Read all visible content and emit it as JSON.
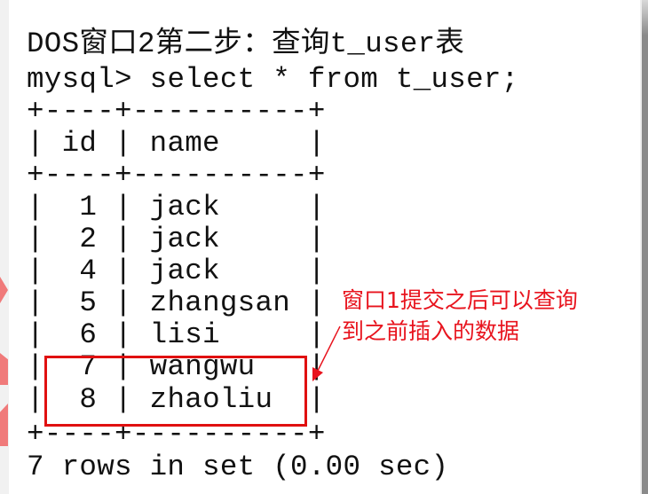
{
  "window": {
    "title": "DOS窗口2第二步：查询t_user表"
  },
  "terminal": {
    "prompt": "mysql>",
    "command": "select * from t_user;",
    "border_line": "+----+----------+",
    "header": {
      "id": "id",
      "name": "name"
    },
    "rows": [
      {
        "id": "1",
        "name": "jack"
      },
      {
        "id": "2",
        "name": "jack"
      },
      {
        "id": "4",
        "name": "jack"
      },
      {
        "id": "5",
        "name": "zhangsan"
      },
      {
        "id": "6",
        "name": "lisi"
      },
      {
        "id": "7",
        "name": "wangwu"
      },
      {
        "id": "8",
        "name": "zhaoliu"
      }
    ],
    "footer": "7 rows in set (0.00 sec)"
  },
  "annotation": {
    "line1": "窗口1提交之后可以查询",
    "line2": "到之前插入的数据",
    "color": "#e8141e",
    "highlighted_ids": [
      "7",
      "8"
    ]
  },
  "colors": {
    "background": "#ffffff",
    "text": "#111111",
    "highlight": "#e01010",
    "scrollbar": "#8a8a8a"
  }
}
